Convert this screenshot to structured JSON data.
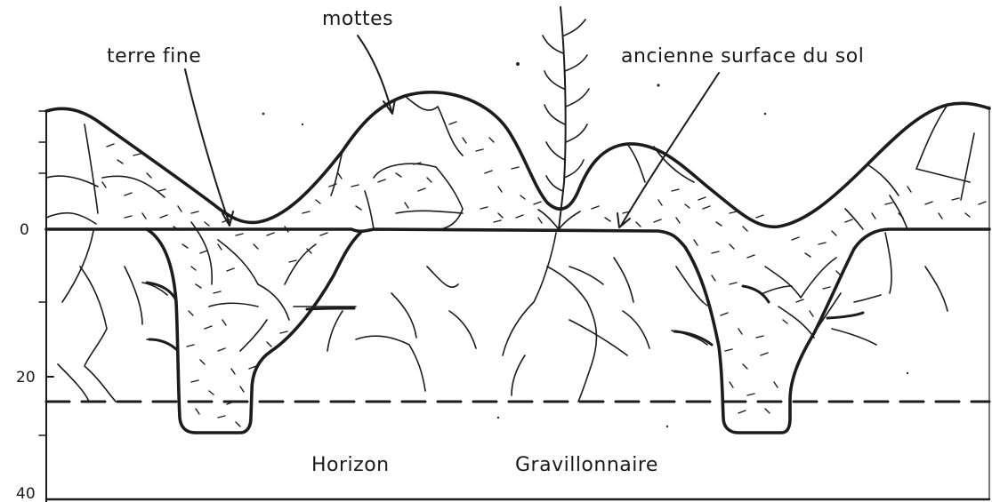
{
  "labels": {
    "mottes": "mottes",
    "terre_fine": "terre fine",
    "ancienne_surface": "ancienne surface du sol",
    "horizon": "Horizon",
    "gravillonnaire": "Gravillonnaire"
  },
  "depth_axis": {
    "ticks": [
      "0",
      "20",
      "40"
    ]
  }
}
